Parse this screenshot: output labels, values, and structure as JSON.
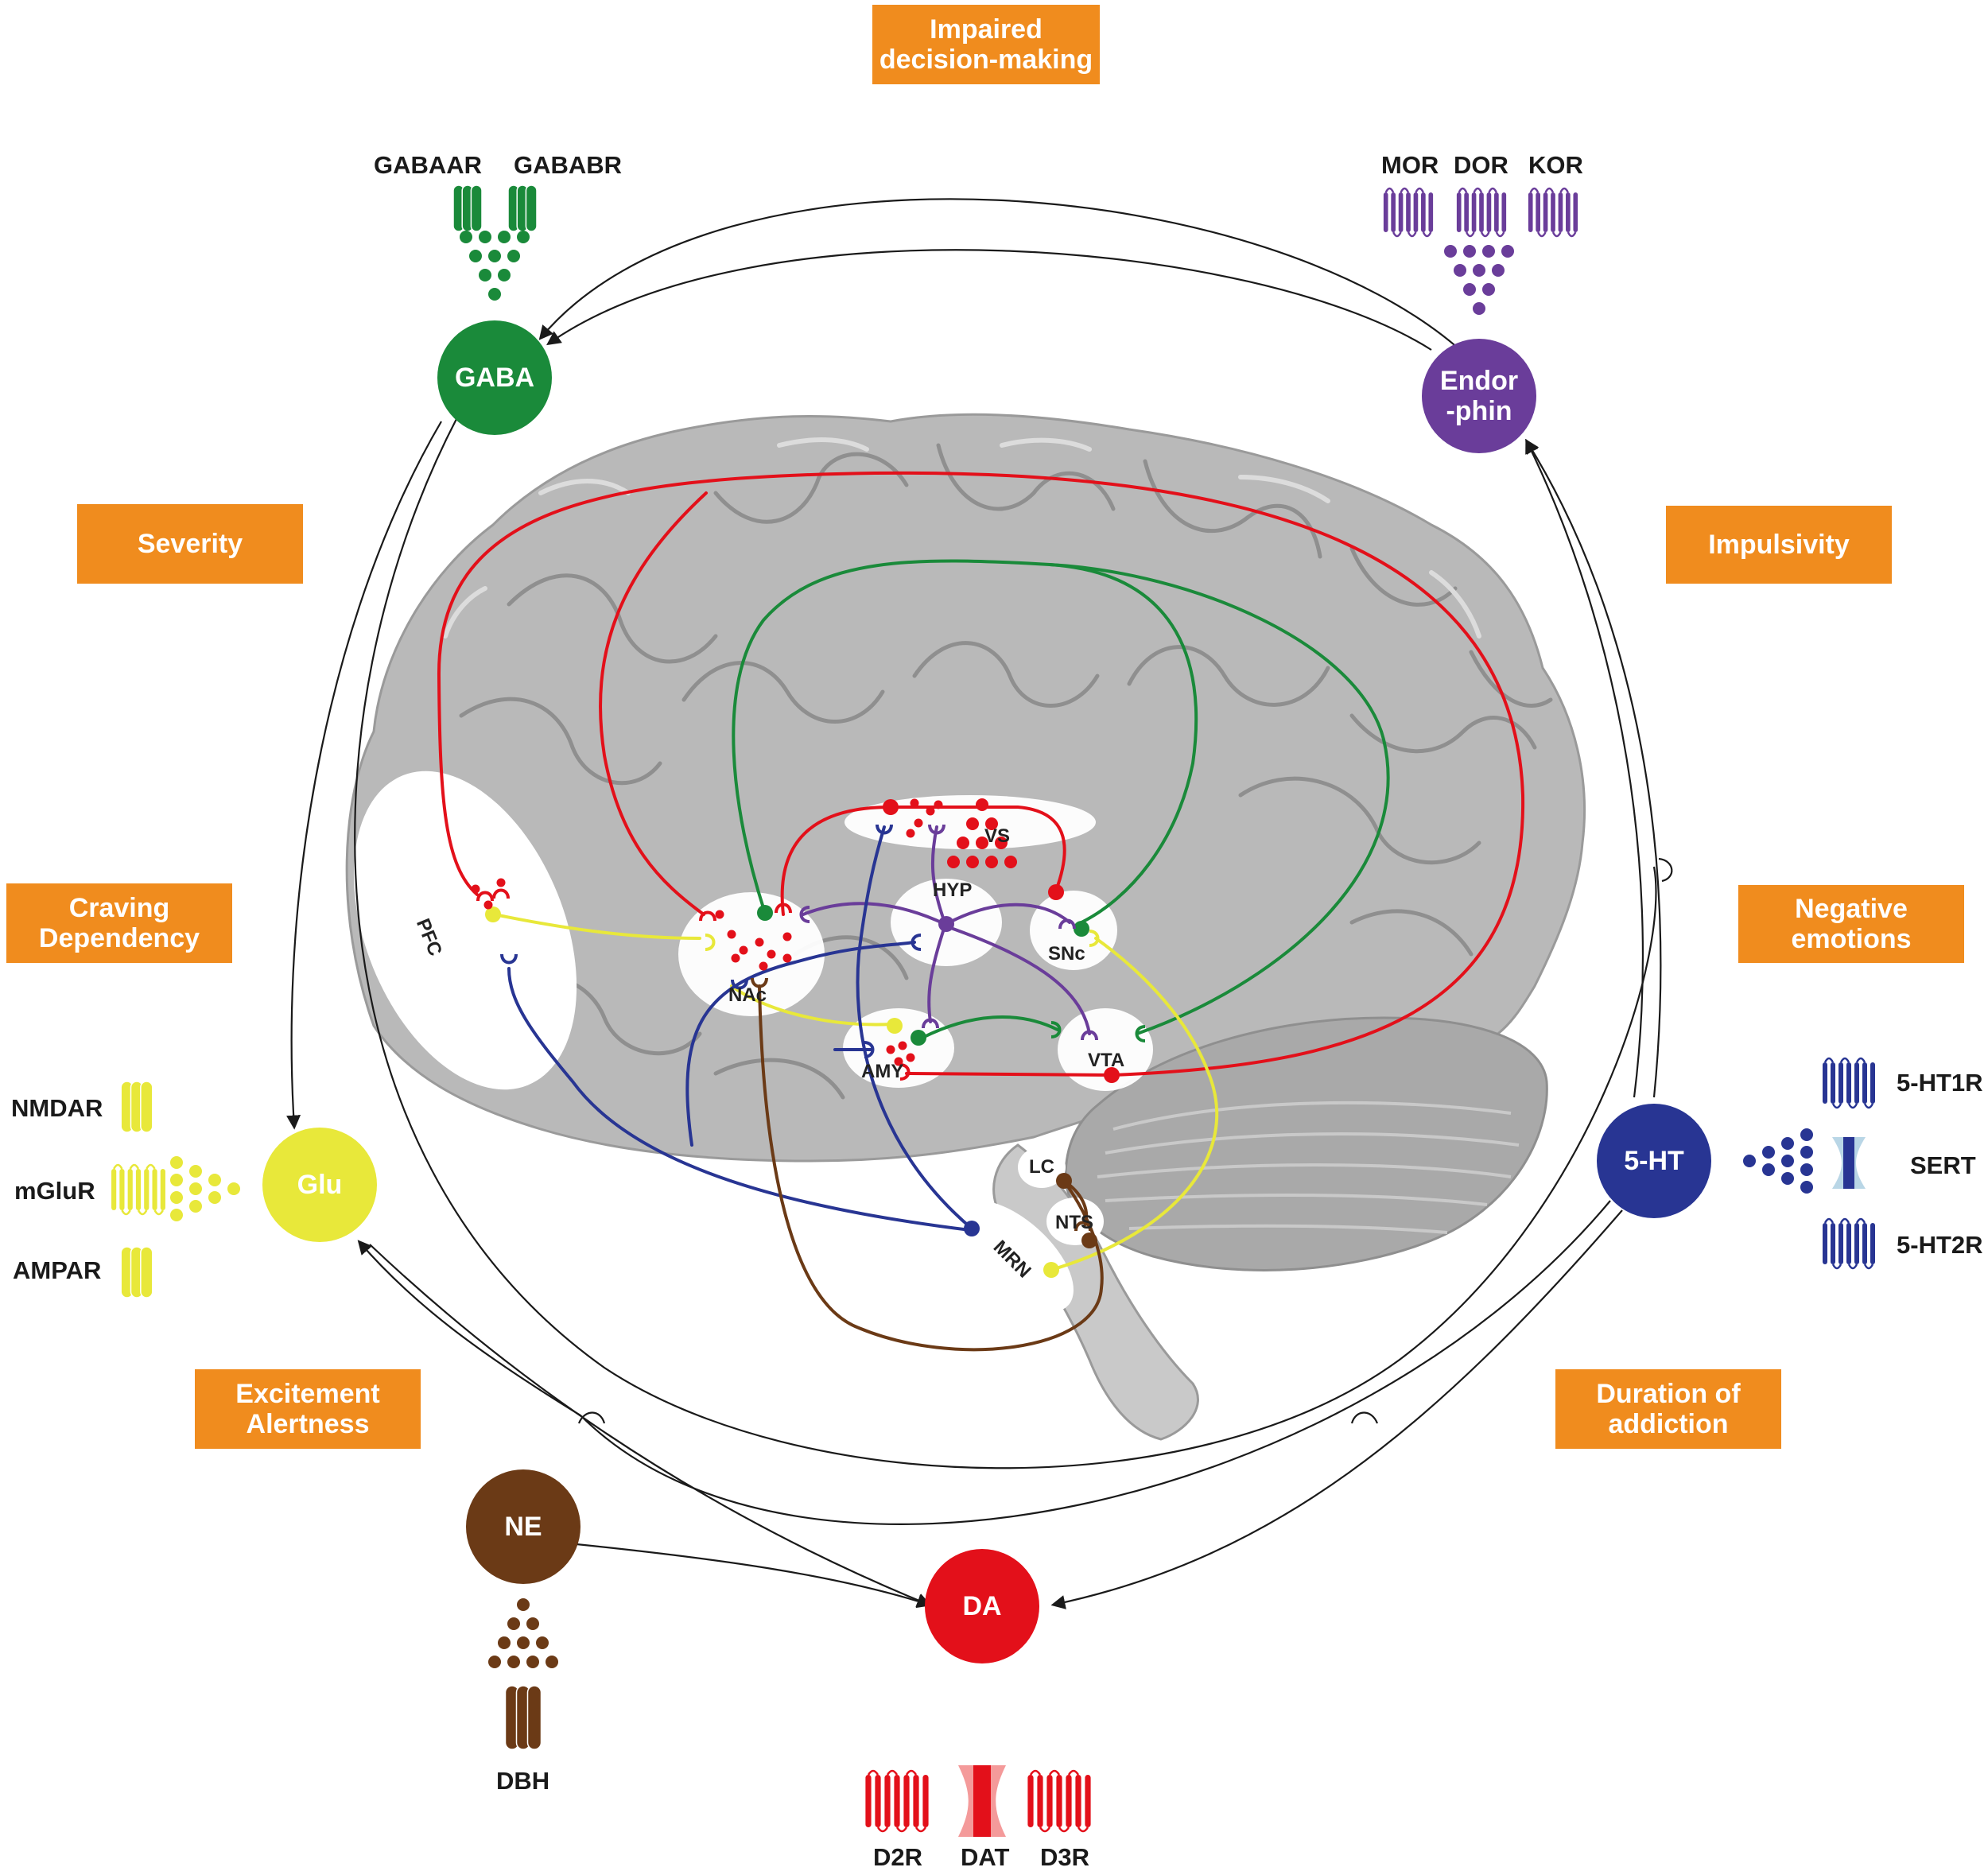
{
  "effects": {
    "impaired": "Impaired\ndecision-making",
    "severity": "Severity",
    "impulsivity": "Impulsivity",
    "craving": "Craving\nDependency",
    "negative": "Negative\nemotions",
    "excitement": "Excitement\nAlertness",
    "duration": "Duration of\naddiction"
  },
  "neurotransmitters": {
    "gaba": "GABA",
    "endorphin": "Endor\n-phin",
    "glu": "Glu",
    "serotonin": "5-HT",
    "ne": "NE",
    "da": "DA"
  },
  "receptors": {
    "gabaar": "GABAAR",
    "gababr": "GABABR",
    "mor": "MOR",
    "dor": "DOR",
    "kor": "KOR",
    "nmdar": "NMDAR",
    "mglur": "mGluR",
    "ampar": "AMPAR",
    "ht1r": "5-HT1R",
    "sert": "SERT",
    "ht2r": "5-HT2R",
    "dbh": "DBH",
    "d2r": "D2R",
    "dat": "DAT",
    "d3r": "D3R"
  },
  "regions": {
    "pfc": "PFC",
    "nac": "NAc",
    "vs": "VS",
    "hyp": "HYP",
    "snc": "SNc",
    "amy": "AMY",
    "vta": "VTA",
    "lc": "LC",
    "nts": "NTS",
    "mrn": "MRN"
  },
  "colors": {
    "gaba": "#1a8a3a",
    "endorphin": "#6a3d9a",
    "glu": "#e8e83a",
    "serotonin": "#283593",
    "ne": "#6b3a16",
    "da": "#e3101a",
    "effect_box": "#f08c1e",
    "brain": "#b8b8b8"
  }
}
